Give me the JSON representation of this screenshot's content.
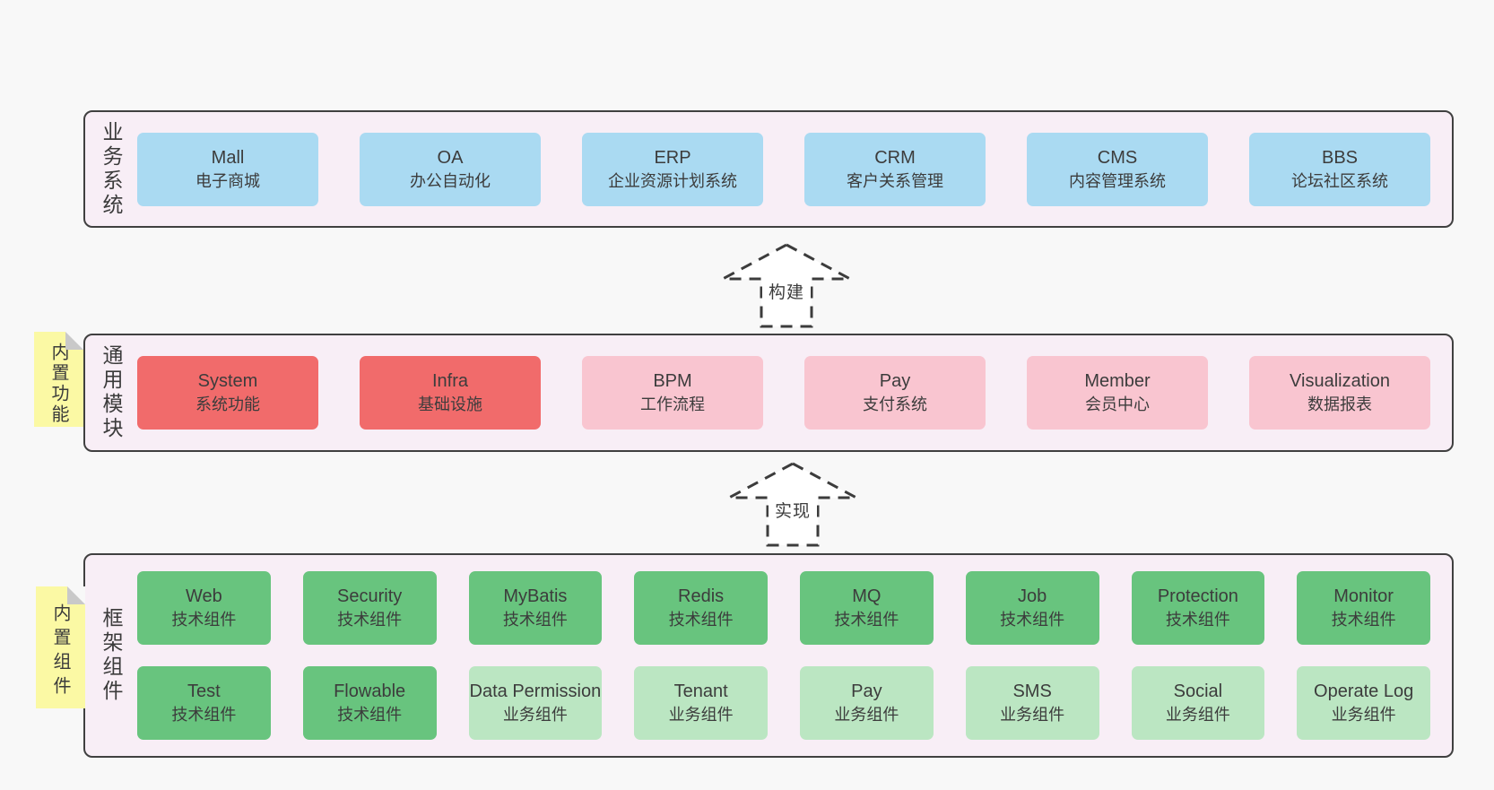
{
  "colors": {
    "page_bg": "#f8f8f8",
    "band_bg": "#f8eef6",
    "band_border": "#404040",
    "text": "#3c3c3c",
    "blue": "#aadaf2",
    "red": "#f16b6b",
    "pink": "#f9c5d0",
    "green": "#68c47e",
    "light_green": "#bbe6c2",
    "note_yellow": "#fbf9a4",
    "note_fold": "#c9c9c9"
  },
  "arrows": [
    {
      "label": "构建"
    },
    {
      "label": "实现"
    }
  ],
  "bands": [
    {
      "label": "业务系统",
      "boxes": [
        {
          "title": "Mall",
          "subtitle": "电子商城"
        },
        {
          "title": "OA",
          "subtitle": "办公自动化"
        },
        {
          "title": "ERP",
          "subtitle": "企业资源计划系统"
        },
        {
          "title": "CRM",
          "subtitle": "客户关系管理"
        },
        {
          "title": "CMS",
          "subtitle": "内容管理系统"
        },
        {
          "title": "BBS",
          "subtitle": "论坛社区系统"
        }
      ]
    },
    {
      "label": "通用模块",
      "note": "内置功能",
      "boxes": [
        {
          "title": "System",
          "subtitle": "系统功能"
        },
        {
          "title": "Infra",
          "subtitle": "基础设施"
        },
        {
          "title": "BPM",
          "subtitle": "工作流程"
        },
        {
          "title": "Pay",
          "subtitle": "支付系统"
        },
        {
          "title": "Member",
          "subtitle": "会员中心"
        },
        {
          "title": "Visualization",
          "subtitle": "数据报表"
        }
      ]
    },
    {
      "label": "框架组件",
      "note": "内置组件",
      "rows": [
        [
          {
            "title": "Web",
            "subtitle": "技术组件"
          },
          {
            "title": "Security",
            "subtitle": "技术组件"
          },
          {
            "title": "MyBatis",
            "subtitle": "技术组件"
          },
          {
            "title": "Redis",
            "subtitle": "技术组件"
          },
          {
            "title": "MQ",
            "subtitle": "技术组件"
          },
          {
            "title": "Job",
            "subtitle": "技术组件"
          },
          {
            "title": "Protection",
            "subtitle": "技术组件"
          },
          {
            "title": "Monitor",
            "subtitle": "技术组件"
          }
        ],
        [
          {
            "title": "Test",
            "subtitle": "技术组件"
          },
          {
            "title": "Flowable",
            "subtitle": "技术组件"
          },
          {
            "title": "Data Permission",
            "subtitle": "业务组件"
          },
          {
            "title": "Tenant",
            "subtitle": "业务组件"
          },
          {
            "title": "Pay",
            "subtitle": "业务组件"
          },
          {
            "title": "SMS",
            "subtitle": "业务组件"
          },
          {
            "title": "Social",
            "subtitle": "业务组件"
          },
          {
            "title": "Operate Log",
            "subtitle": "业务组件"
          }
        ]
      ]
    }
  ]
}
